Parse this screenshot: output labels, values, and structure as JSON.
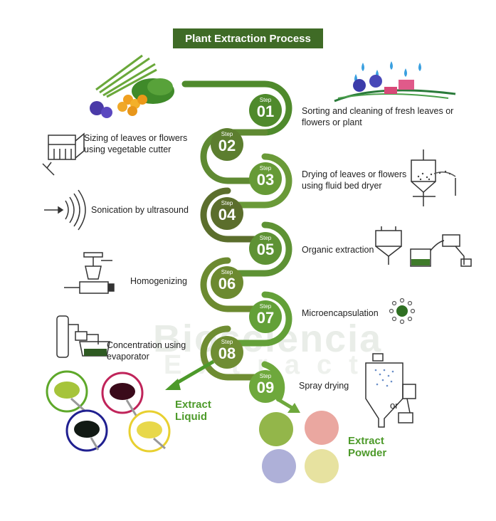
{
  "title": "Plant Extraction Process",
  "step_word": "Step",
  "watermark": {
    "line1": "Biosciencia",
    "line2": "Extract"
  },
  "steps": [
    {
      "num": "01",
      "label": "Sorting and cleaning of fresh leaves or flowers or plant"
    },
    {
      "num": "02",
      "label": "Sizing of leaves or flowers using vegetable cutter"
    },
    {
      "num": "03",
      "label": "Drying of leaves or flowers using fluid bed dryer"
    },
    {
      "num": "04",
      "label": "Sonication by ultrasound"
    },
    {
      "num": "05",
      "label": "Organic extraction"
    },
    {
      "num": "06",
      "label": "Homogenizing"
    },
    {
      "num": "07",
      "label": "Microencapsulation"
    },
    {
      "num": "08",
      "label": "Concentration using evaporator"
    },
    {
      "num": "09",
      "label": "Spray drying"
    }
  ],
  "outputs": {
    "liquid": {
      "line1": "Extract",
      "line2": "Liquid"
    },
    "powder": {
      "line1": "Extract",
      "line2": "Powder"
    },
    "or_label": "or"
  },
  "colors": {
    "title_bg": "#3f6b26",
    "step_circles": [
      "#4f8a2c",
      "#5c7e2f",
      "#669a36",
      "#5b6e2c",
      "#5e9234",
      "#6c8a30",
      "#63a038",
      "#6f8d33",
      "#6ea83c"
    ],
    "output_text": "#4d9a2a",
    "liquids": [
      "#a6c43a",
      "#3a0a1a",
      "#121a14",
      "#e8d84a"
    ],
    "powders": [
      "#93b64a",
      "#eaa7a0",
      "#aeb0d8",
      "#e7e2a0"
    ]
  }
}
